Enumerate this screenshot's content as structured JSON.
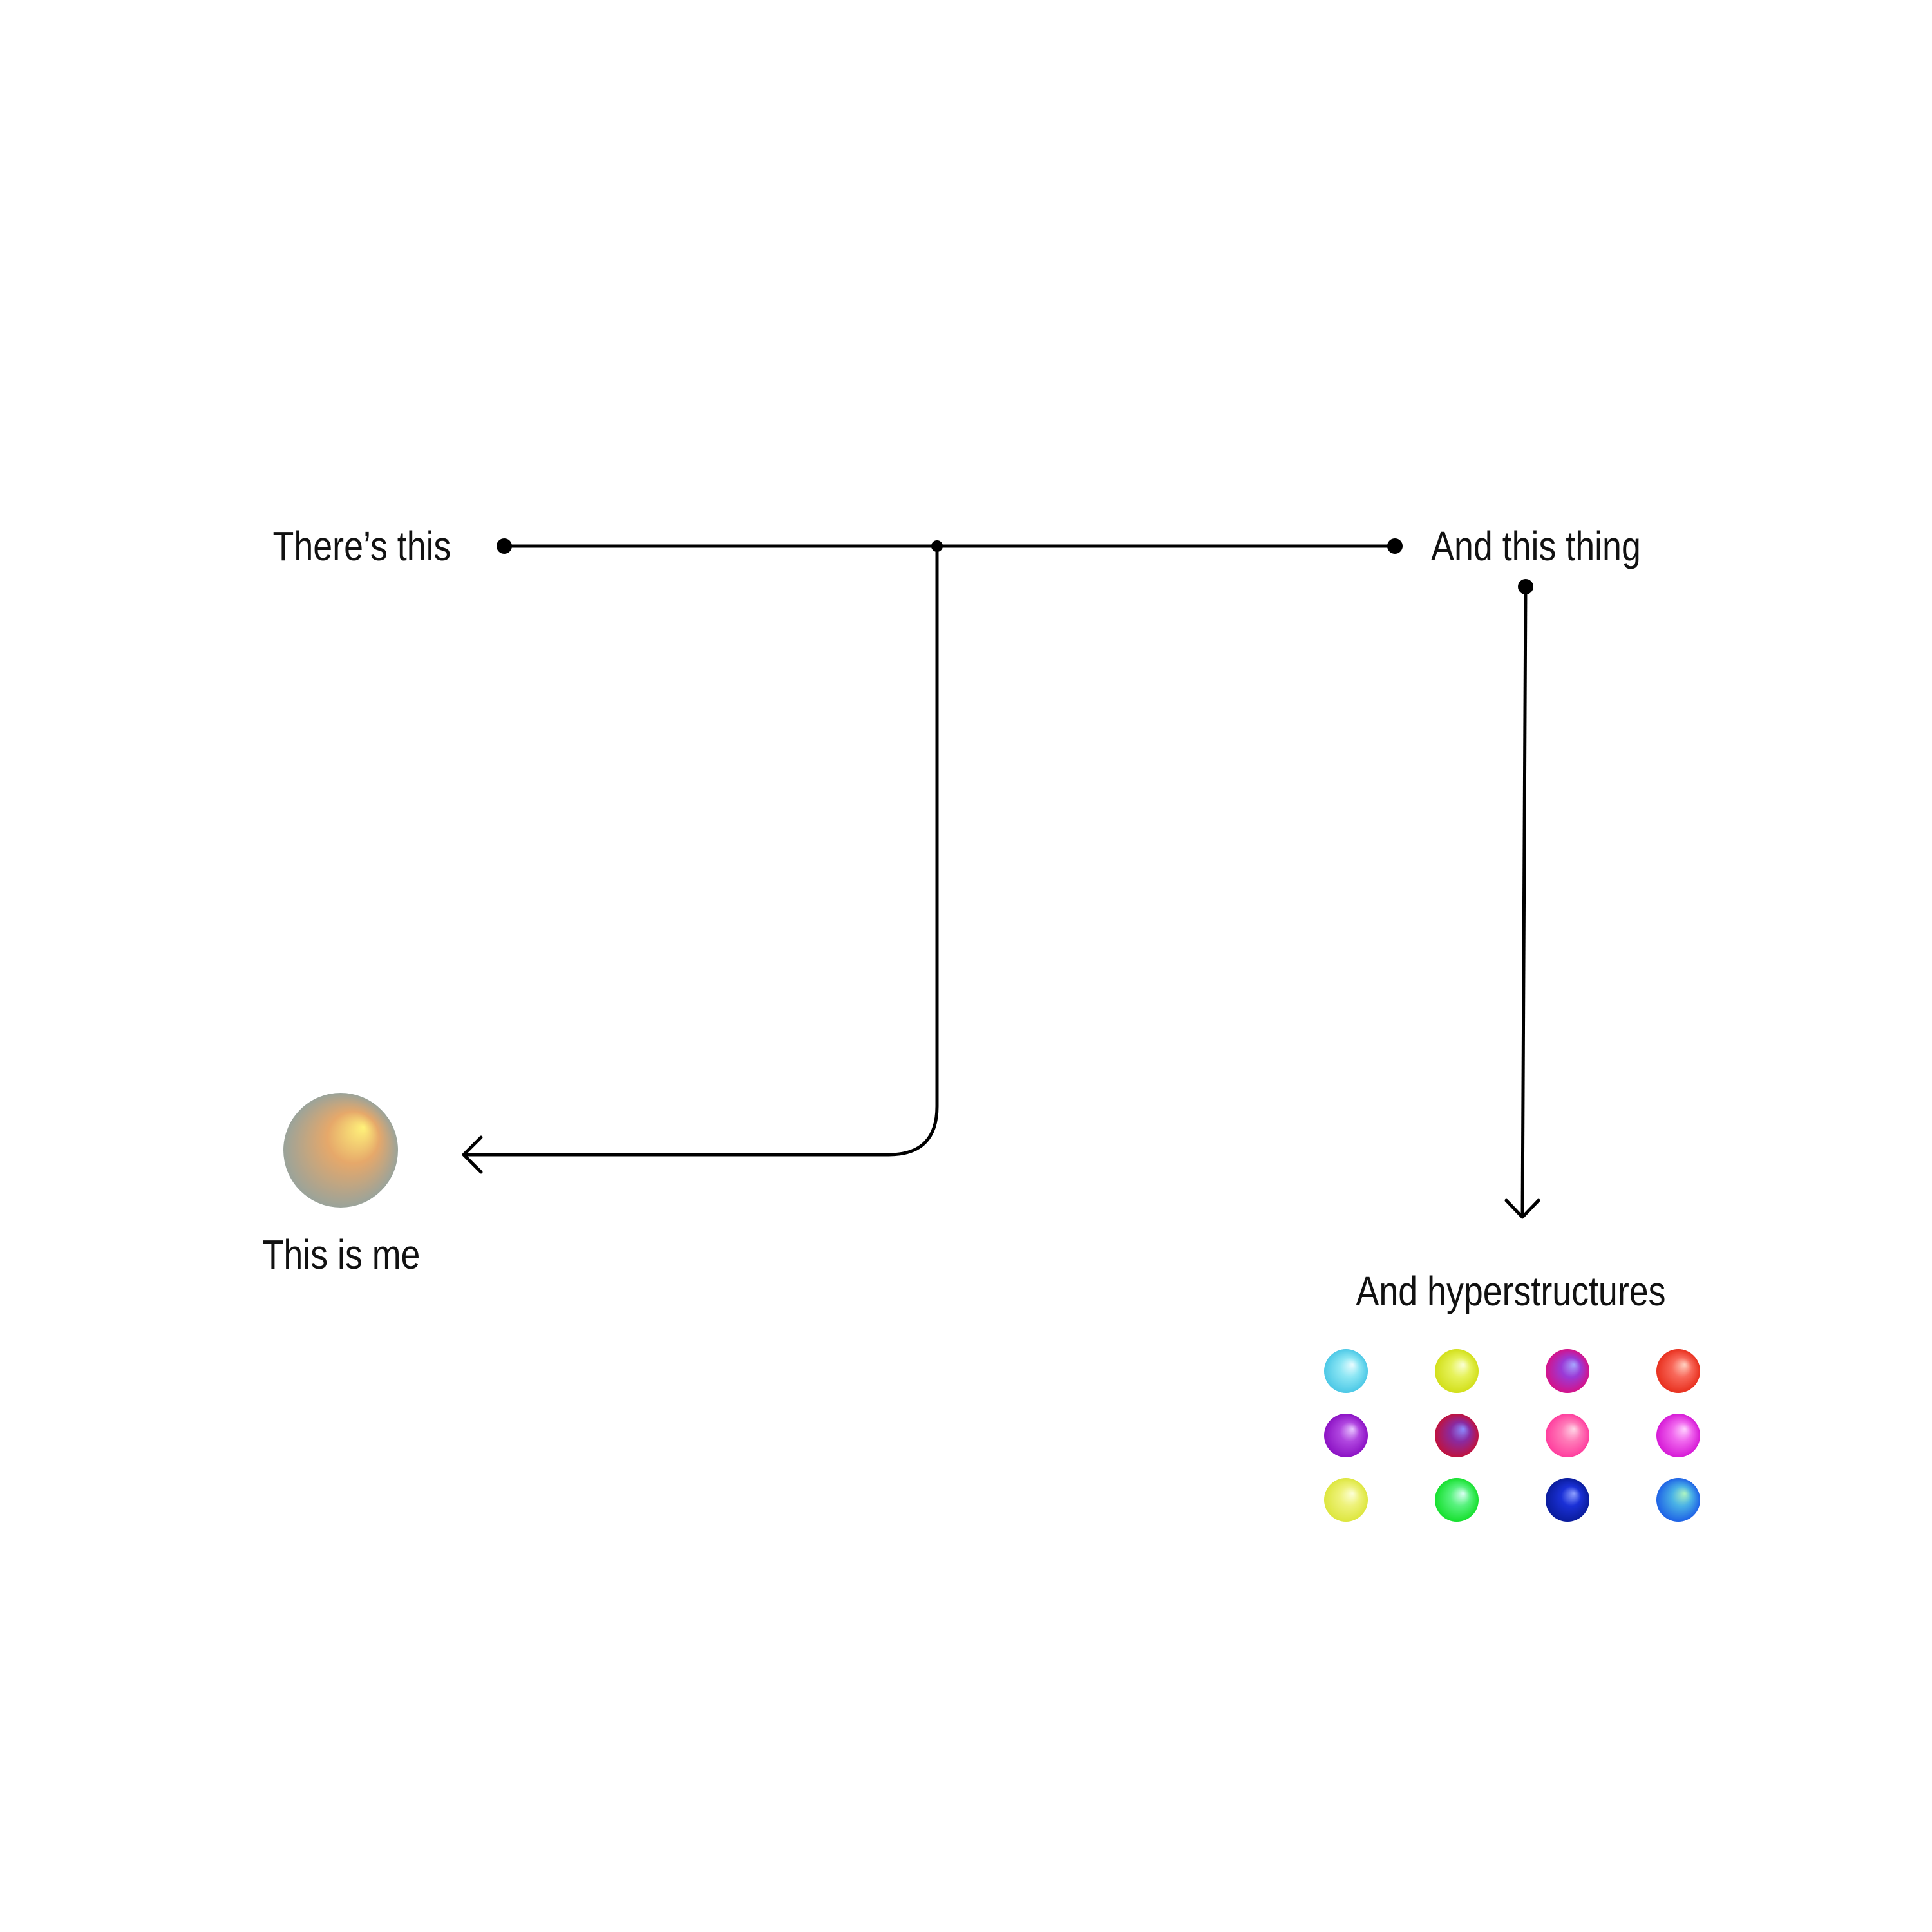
{
  "labels": {
    "theres_this": "There’s this",
    "and_this_thing": "And this thing",
    "this_is_me": "This is me",
    "and_hyperstructures": "And hyperstructures"
  },
  "colors": {
    "line": "#000000",
    "text": "#111111",
    "me_sphere": {
      "highlight": "#fff27a",
      "mid": "#e6a86a",
      "base": "#9aa39a"
    },
    "hyperstructures": [
      {
        "highlight": "#eafcff",
        "mid": "#8ce6f4",
        "base": "#4cc8e6"
      },
      {
        "highlight": "#fbffd6",
        "mid": "#e6f25a",
        "base": "#d2df1a"
      },
      {
        "highlight": "#a7a7ff",
        "mid": "#9a3ad6",
        "base": "#d4128a"
      },
      {
        "highlight": "#ffd2c2",
        "mid": "#f8685a",
        "base": "#e8301e"
      },
      {
        "highlight": "#e8c6ff",
        "mid": "#b046e0",
        "base": "#8c12c4"
      },
      {
        "highlight": "#8c8cff",
        "mid": "#8a2aa0",
        "base": "#c0123e"
      },
      {
        "highlight": "#ffd6e6",
        "mid": "#ff7ab8",
        "base": "#ff3e9e"
      },
      {
        "highlight": "#ffd2ff",
        "mid": "#f066ee",
        "base": "#d61ad6"
      },
      {
        "highlight": "#fdffd8",
        "mid": "#eef27a",
        "base": "#dde63e"
      },
      {
        "highlight": "#dcfff4",
        "mid": "#58f27e",
        "base": "#16e02e"
      },
      {
        "highlight": "#8ea0ff",
        "mid": "#1a30d6",
        "base": "#0a1c9c"
      },
      {
        "highlight": "#aef5c2",
        "mid": "#4ab2e6",
        "base": "#1e62e6"
      }
    ]
  }
}
